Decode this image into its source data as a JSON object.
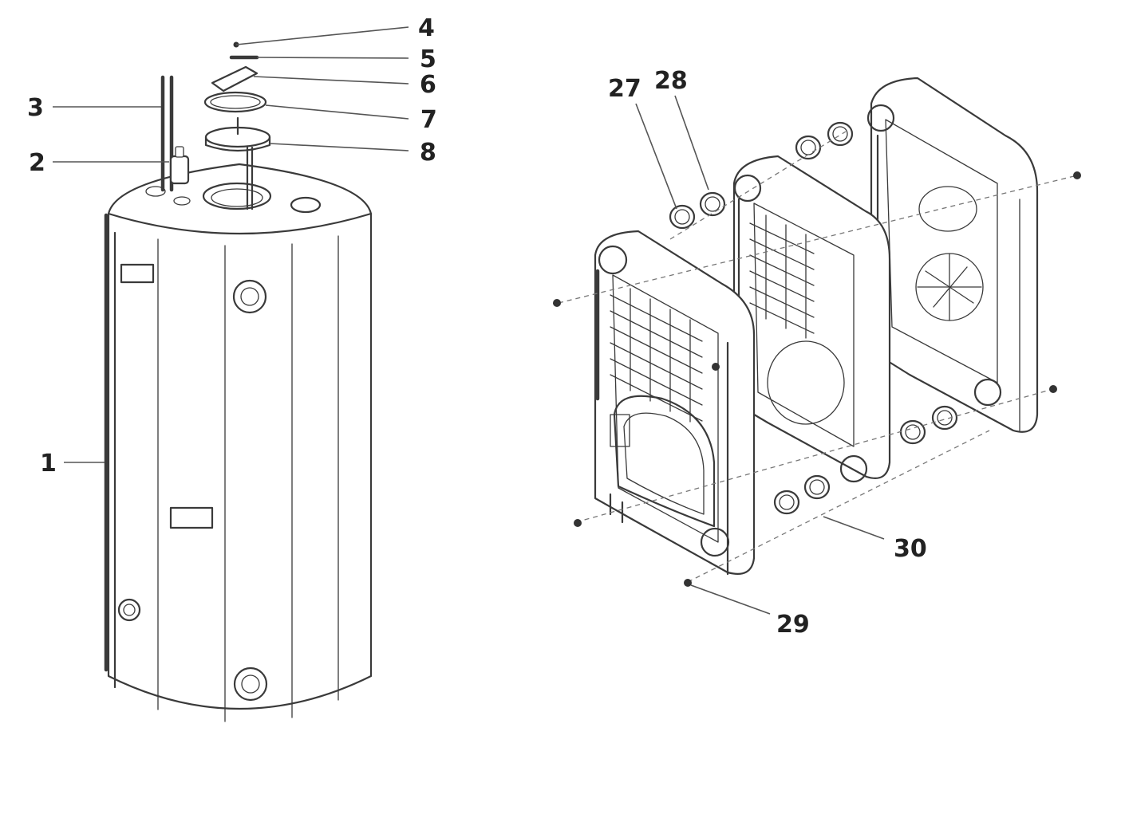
{
  "diagram": {
    "callouts": [
      {
        "id": "1",
        "text": "1"
      },
      {
        "id": "2",
        "text": "2"
      },
      {
        "id": "3",
        "text": "3"
      },
      {
        "id": "4",
        "text": "4"
      },
      {
        "id": "5",
        "text": "5"
      },
      {
        "id": "6",
        "text": "6"
      },
      {
        "id": "7",
        "text": "7"
      },
      {
        "id": "8",
        "text": "8"
      },
      {
        "id": "27",
        "text": "27"
      },
      {
        "id": "28",
        "text": "28"
      },
      {
        "id": "29",
        "text": "29"
      },
      {
        "id": "30",
        "text": "30"
      }
    ]
  }
}
